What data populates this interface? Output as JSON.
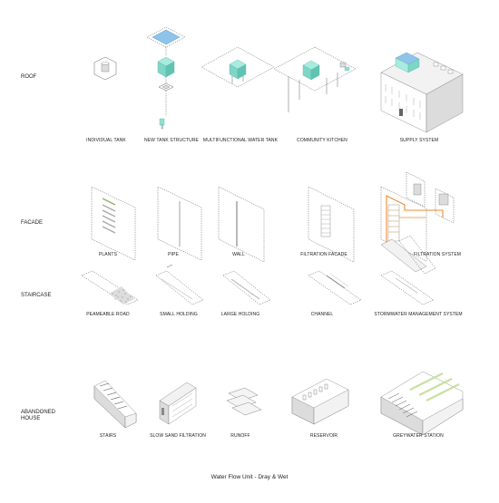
{
  "sheet_title": "Water Flow Unit - Dray & Wet",
  "rows": {
    "roof": "ROOF",
    "facade": "FACADE",
    "staircase": "STAIRCASE",
    "abandoned_house": "ABANDONED\nHOUSE"
  },
  "roof_items": [
    "INDIVIDUAL TANK",
    "NEW TANK STRUCTURE",
    "MULTIFUNCTIONAL WATER TANK",
    "COMMUNITY KITCHEN",
    "SUPPLY SYSTEM"
  ],
  "facade_items": [
    "PLANTS",
    "PIPE",
    "WALL",
    "FILTRATION FACADE",
    "FILTRATION SYSTEM"
  ],
  "staircase_items": [
    "PEAMEABLE ROAD",
    "SMALL HOLDING",
    "LARGE HOLDING",
    "CHANNEL",
    "STORMWATER MANAGEMENT SYSTEM"
  ],
  "house_items": [
    "STAIRS",
    "SLOW SAND FILTRATION",
    "RUNOFF",
    "RESERVOIR",
    "GREYWATER STATION"
  ],
  "colors": {
    "water_cyan": "#8fe0d2",
    "water_blue": "#8fc4ea",
    "pipe_orange": "#f08a2e",
    "plant_green": "#c6e2a0",
    "line_grey": "#555555"
  }
}
